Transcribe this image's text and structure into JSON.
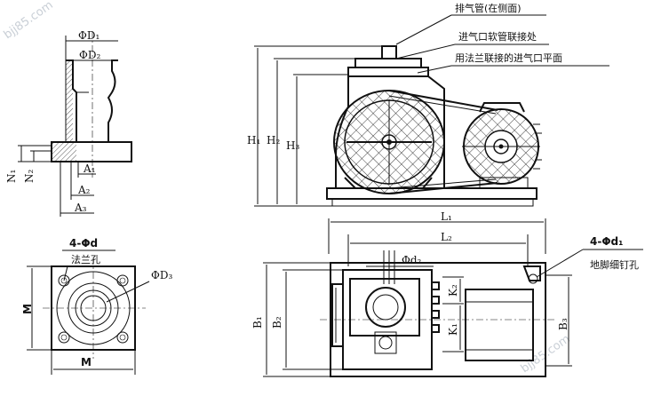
{
  "callouts": {
    "exhaust": "排气管(在侧面)",
    "hose": "进气口软管联接处",
    "flange_plane": "用法兰联接的进气口平面",
    "flange_hole": "法兰孔",
    "foot_hole": "地脚细钉孔"
  },
  "dims": {
    "D1": "ΦD₁",
    "D2": "ΦD₂",
    "D3": "ΦD₃",
    "d2": "Φd₂",
    "n_d": "4-Φd",
    "n_d1": "4-Φd₁",
    "N1": "N₁",
    "N2": "N₂",
    "A1": "A₁",
    "A2": "A₂",
    "A3": "A₃",
    "H1": "H₁",
    "H2": "H₂",
    "H3": "H₃",
    "L1": "L₁",
    "L2": "L₂",
    "B1": "B₁",
    "B2": "B₂",
    "B3": "B₃",
    "K1": "K₁",
    "K2": "K₂",
    "M_side": "M",
    "M_bottom": "M"
  },
  "watermarks": {
    "top_left": "bjj85.com",
    "bottom_right": "bjj85.com"
  }
}
